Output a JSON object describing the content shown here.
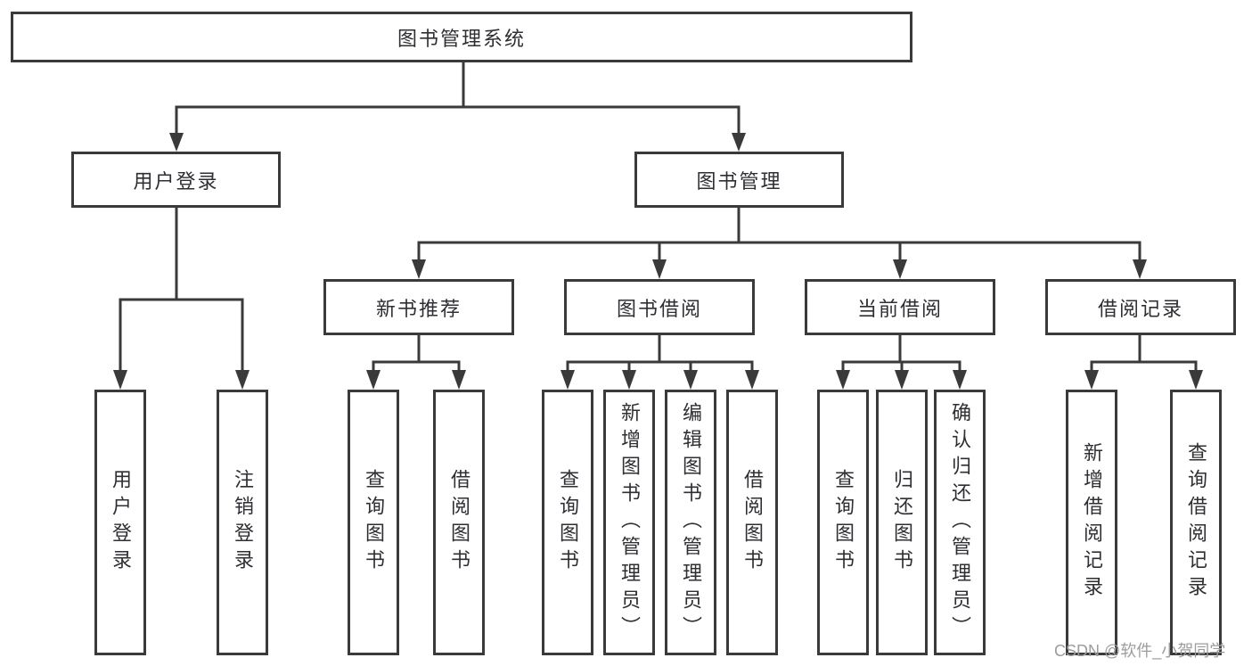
{
  "diagram": {
    "tree": {
      "label": "图书管理系统",
      "children": [
        {
          "label": "用户登录",
          "children": [
            {
              "label": "用户登录"
            },
            {
              "label": "注销登录"
            }
          ]
        },
        {
          "label": "图书管理",
          "children": [
            {
              "label": "新书推荐",
              "children": [
                {
                  "label": "查询图书"
                },
                {
                  "label": "借阅图书"
                }
              ]
            },
            {
              "label": "图书借阅",
              "children": [
                {
                  "label": "查询图书"
                },
                {
                  "label": "新增图书（管理员）"
                },
                {
                  "label": "编辑图书（管理员）"
                },
                {
                  "label": "借阅图书"
                }
              ]
            },
            {
              "label": "当前借阅",
              "children": [
                {
                  "label": "查询图书"
                },
                {
                  "label": "归还图书"
                },
                {
                  "label": "确认归还（管理员）"
                }
              ]
            },
            {
              "label": "借阅记录",
              "children": [
                {
                  "label": "新增借阅记录"
                },
                {
                  "label": "查询借阅记录"
                }
              ]
            }
          ]
        }
      ]
    },
    "colors": {
      "line": "#3a3a3a",
      "text": "#2f2f33",
      "background": "#ffffff",
      "watermark": "#9c9c9c"
    }
  },
  "watermark": {
    "text": "CSDN @软件_小贺同学"
  }
}
